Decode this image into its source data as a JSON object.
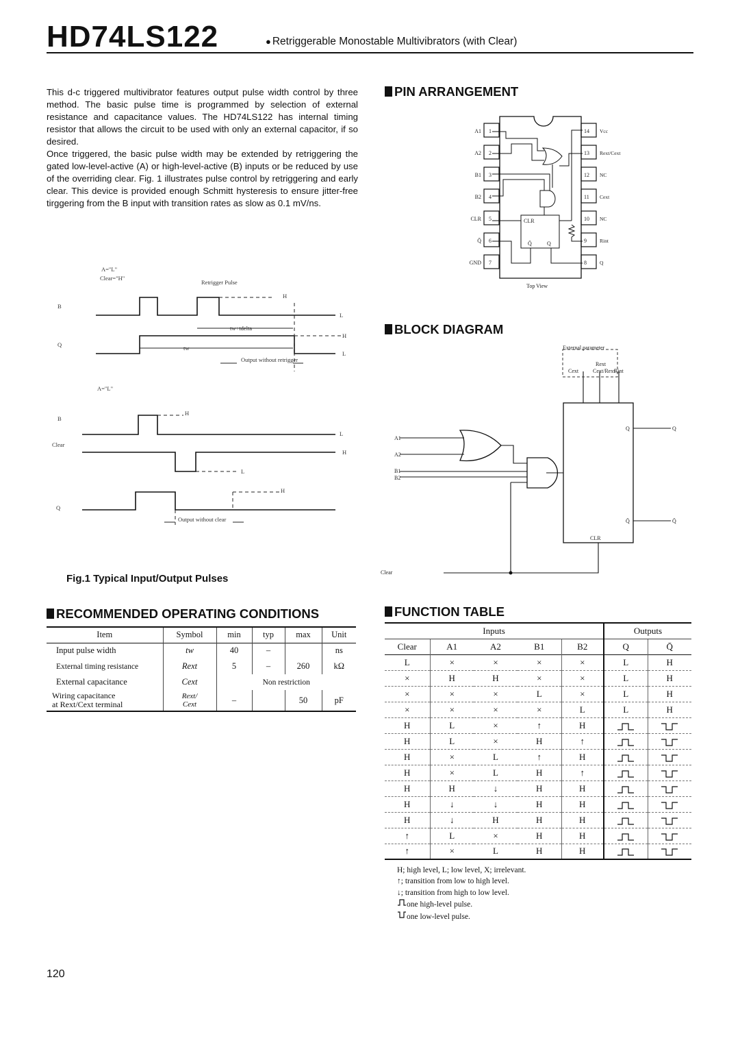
{
  "header": {
    "part_number": "HD74LS122",
    "subtitle": "Retriggerable Monostable Multivibrators (with Clear)"
  },
  "intro": {
    "p1": "This d-c triggered multivibrator features output pulse width control by three method. The basic pulse time is programmed by selection of external resistance and capacitance values. The HD74LS122 has internal timing resistor that allows the circuit to be used with only an external capacitor, if so desired.",
    "p2": "Once triggered, the basic pulse width may be extended by retriggering the gated low-level-active (A) or high-level-active (B) inputs or be reduced by use of the overriding clear. Fig. 1 illustrates pulse control by retriggering and early clear. This device is provided enough Schmitt hysteresis to ensure jitter-free tirggering from the B input with transition rates as slow as 0.1 mV/ns."
  },
  "sections": {
    "pin_arrangement": "PIN ARRANGEMENT",
    "block_diagram": "BLOCK DIAGRAM",
    "recommended_conditions": "RECOMMENDED OPERATING CONDITIONS",
    "function_table": "FUNCTION TABLE"
  },
  "fig1": {
    "caption": "Fig.1 Typical Input/Output Pulses",
    "top_cond_a": "A=\"L\"",
    "top_cond_clear": "Clear=\"H\"",
    "retrigger_label": "Retrigger Pulse",
    "h": "H",
    "l": "L",
    "sig_b": "B",
    "sig_q": "Q",
    "sig_clear": "Clear",
    "tw_tdelta": "tw+tdelta",
    "tw": "tw",
    "output_wo_retrigger": "Output without retrigger",
    "mid_cond_a": "A=\"L\"",
    "output_wo_clear": "Output without clear"
  },
  "pins": {
    "left": [
      "A1",
      "A2",
      "B1",
      "B2",
      "CLR",
      "Q̄",
      "GND"
    ],
    "left_nums": [
      "1",
      "2",
      "3",
      "4",
      "5",
      "6",
      "7"
    ],
    "right": [
      "Vcc",
      "Rext/Cext",
      "NC",
      "Cext",
      "NC",
      "Rint",
      "Q"
    ],
    "right_nums": [
      "14",
      "13",
      "12",
      "11",
      "10",
      "9",
      "8"
    ],
    "ff_clr": "CLR",
    "ff_q": "Q",
    "ff_qbar": "Q̄",
    "view": "Top View"
  },
  "block": {
    "ext_param": "External parameter",
    "rext": "Rext",
    "cext": "Cext",
    "cext_rext": "Cext/Rext",
    "rint": "Rint",
    "inputs": [
      "A1",
      "A2",
      "B1",
      "B2"
    ],
    "q": "Q",
    "qbar": "Q̄",
    "clr": "CLR",
    "clear": "Clear"
  },
  "roc": {
    "headers": [
      "Item",
      "Symbol",
      "min",
      "typ",
      "max",
      "Unit"
    ],
    "rows": [
      {
        "item": "Input pulse width",
        "symbol": "tw",
        "min": "40",
        "typ": "–",
        "max": "",
        "unit": "ns"
      },
      {
        "item": "External timing resistance",
        "symbol": "Rext",
        "min": "5",
        "typ": "–",
        "max": "260",
        "unit": "kΩ"
      },
      {
        "item": "External capacitance",
        "symbol": "Cext",
        "span": "Non restriction"
      },
      {
        "item1": "Wiring capacitance",
        "item2": "at Rext/Cext terminal",
        "symbol1": "Rext/",
        "symbol2": "Cext",
        "min": "–",
        "typ": "",
        "max": "50",
        "unit": "pF"
      }
    ]
  },
  "ft": {
    "inputs_label": "Inputs",
    "outputs_label": "Outputs",
    "cols": [
      "Clear",
      "A1",
      "A2",
      "B1",
      "B2",
      "Q",
      "Q̄"
    ],
    "rows": [
      [
        "L",
        "×",
        "×",
        "×",
        "×",
        "L",
        "H"
      ],
      [
        "×",
        "H",
        "H",
        "×",
        "×",
        "L",
        "H"
      ],
      [
        "×",
        "×",
        "×",
        "L",
        "×",
        "L",
        "H"
      ],
      [
        "×",
        "×",
        "×",
        "×",
        "L",
        "L",
        "H"
      ],
      [
        "H",
        "L",
        "×",
        "↑",
        "H",
        "HP",
        "LP"
      ],
      [
        "H",
        "L",
        "×",
        "H",
        "↑",
        "HP",
        "LP"
      ],
      [
        "H",
        "×",
        "L",
        "↑",
        "H",
        "HP",
        "LP"
      ],
      [
        "H",
        "×",
        "L",
        "H",
        "↑",
        "HP",
        "LP"
      ],
      [
        "H",
        "H",
        "↓",
        "H",
        "H",
        "HP",
        "LP"
      ],
      [
        "H",
        "↓",
        "↓",
        "H",
        "H",
        "HP",
        "LP"
      ],
      [
        "H",
        "↓",
        "H",
        "H",
        "H",
        "HP",
        "LP"
      ],
      [
        "↑",
        "L",
        "×",
        "H",
        "H",
        "HP",
        "LP"
      ],
      [
        "↑",
        "×",
        "L",
        "H",
        "H",
        "HP",
        "LP"
      ]
    ],
    "notes": [
      "H; high level, L; low level, X; irrelevant.",
      "↑; transition from low to high level.",
      "↓; transition from high to low level.",
      "one high-level pulse.",
      "one low-level pulse."
    ]
  },
  "page_number": "120"
}
